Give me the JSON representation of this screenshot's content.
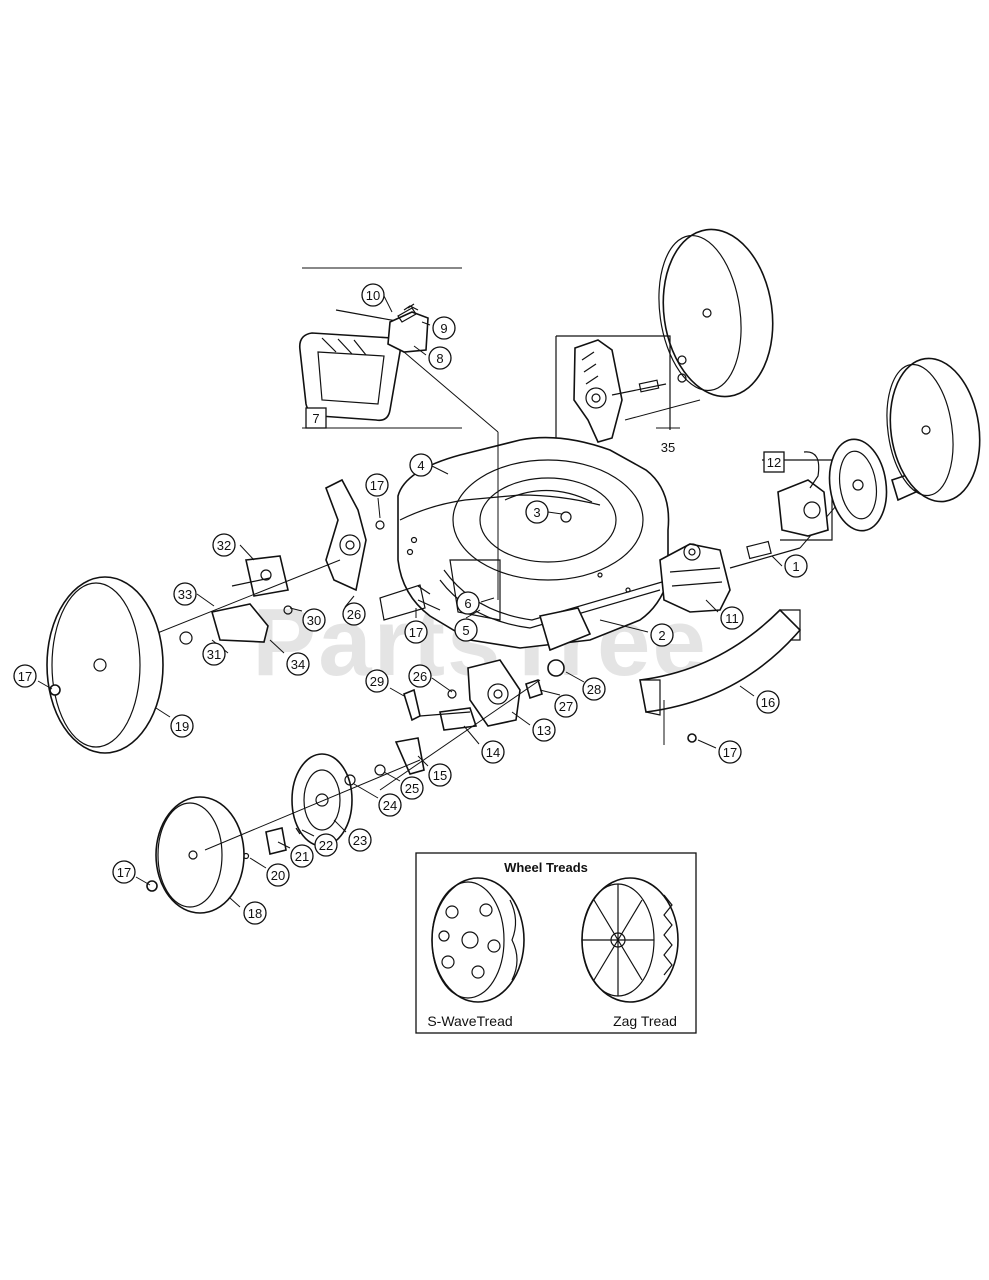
{
  "watermark": "PartsTree",
  "callouts": [
    {
      "id": "1",
      "boxed": false
    },
    {
      "id": "2",
      "boxed": false
    },
    {
      "id": "3",
      "boxed": false
    },
    {
      "id": "4",
      "boxed": false
    },
    {
      "id": "5",
      "boxed": false
    },
    {
      "id": "6",
      "boxed": false
    },
    {
      "id": "7",
      "boxed": true
    },
    {
      "id": "8",
      "boxed": false
    },
    {
      "id": "9",
      "boxed": false
    },
    {
      "id": "10",
      "boxed": false
    },
    {
      "id": "11",
      "boxed": false
    },
    {
      "id": "12",
      "boxed": true
    },
    {
      "id": "13",
      "boxed": false
    },
    {
      "id": "14",
      "boxed": false
    },
    {
      "id": "15",
      "boxed": false
    },
    {
      "id": "16",
      "boxed": false
    },
    {
      "id": "17",
      "boxed": false
    },
    {
      "id": "17",
      "boxed": false
    },
    {
      "id": "17",
      "boxed": false
    },
    {
      "id": "17",
      "boxed": false
    },
    {
      "id": "17",
      "boxed": false
    },
    {
      "id": "18",
      "boxed": false
    },
    {
      "id": "19",
      "boxed": false
    },
    {
      "id": "20",
      "boxed": false
    },
    {
      "id": "21",
      "boxed": false
    },
    {
      "id": "22",
      "boxed": false
    },
    {
      "id": "23",
      "boxed": false
    },
    {
      "id": "24",
      "boxed": false
    },
    {
      "id": "25",
      "boxed": false
    },
    {
      "id": "26",
      "boxed": false
    },
    {
      "id": "26",
      "boxed": false
    },
    {
      "id": "27",
      "boxed": false
    },
    {
      "id": "28",
      "boxed": false
    },
    {
      "id": "29",
      "boxed": false
    },
    {
      "id": "30",
      "boxed": false
    },
    {
      "id": "31",
      "boxed": false
    },
    {
      "id": "32",
      "boxed": false
    },
    {
      "id": "33",
      "boxed": false
    },
    {
      "id": "34",
      "boxed": false
    },
    {
      "id": "35",
      "boxed": false
    }
  ],
  "inset": {
    "title": "Wheel Treads",
    "treads": [
      "S-WaveTread",
      "Zag Tread"
    ]
  }
}
